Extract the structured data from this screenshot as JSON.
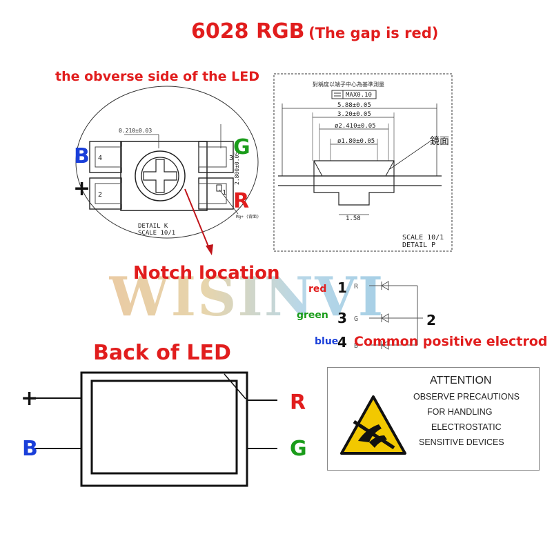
{
  "title": {
    "main": "6028 RGB",
    "sub": "(The gap is red)"
  },
  "obverse_label": "the obverse side of the LED",
  "detail_k": {
    "pins": {
      "b": "B",
      "g": "G",
      "plus": "+",
      "r": "R"
    },
    "pin_numbers": [
      "4",
      "2",
      "3",
      "1"
    ],
    "dim_top": "0.210±0.03",
    "dim_side": "2.800±0.05",
    "marker_note": "Mg+ (背面)",
    "caption": [
      "DETAIL K",
      "SCALE 10/1"
    ]
  },
  "detail_p": {
    "header_cn": "對稱度以端子中心為基準測量",
    "max_flatness": "MAX0.10",
    "dims": [
      "5.88±0.05",
      "3.20±0.05",
      "ø2.410±0.05",
      "ø1.80±0.05",
      "1.58"
    ],
    "mirror_label": "鏡面",
    "caption": [
      "SCALE 10/1",
      "DETAIL P"
    ]
  },
  "notch_label": "Notch location",
  "watermark": "WISINVI",
  "schematic": {
    "rows": [
      {
        "color_label": "red",
        "pin": "1",
        "letter": "R"
      },
      {
        "color_label": "green",
        "pin": "3",
        "letter": "G"
      },
      {
        "color_label": "blue",
        "pin": "4",
        "letter": "B"
      }
    ],
    "common_pin": "2",
    "common_label": "Common positive electrod"
  },
  "back": {
    "label": "Back of LED",
    "pins": {
      "plus": "+",
      "b": "B",
      "r": "R",
      "g": "G"
    }
  },
  "attention": {
    "title": "ATTENTION",
    "lines": [
      "OBSERVE PRECAUTIONS",
      "FOR HANDLING",
      "ELECTROSTATIC",
      "SENSITIVE DEVICES"
    ]
  },
  "colors": {
    "red": "#e11d1d",
    "blue": "#1a3fd9",
    "green": "#1a9c1a",
    "esd_yellow": "#f2c800"
  }
}
